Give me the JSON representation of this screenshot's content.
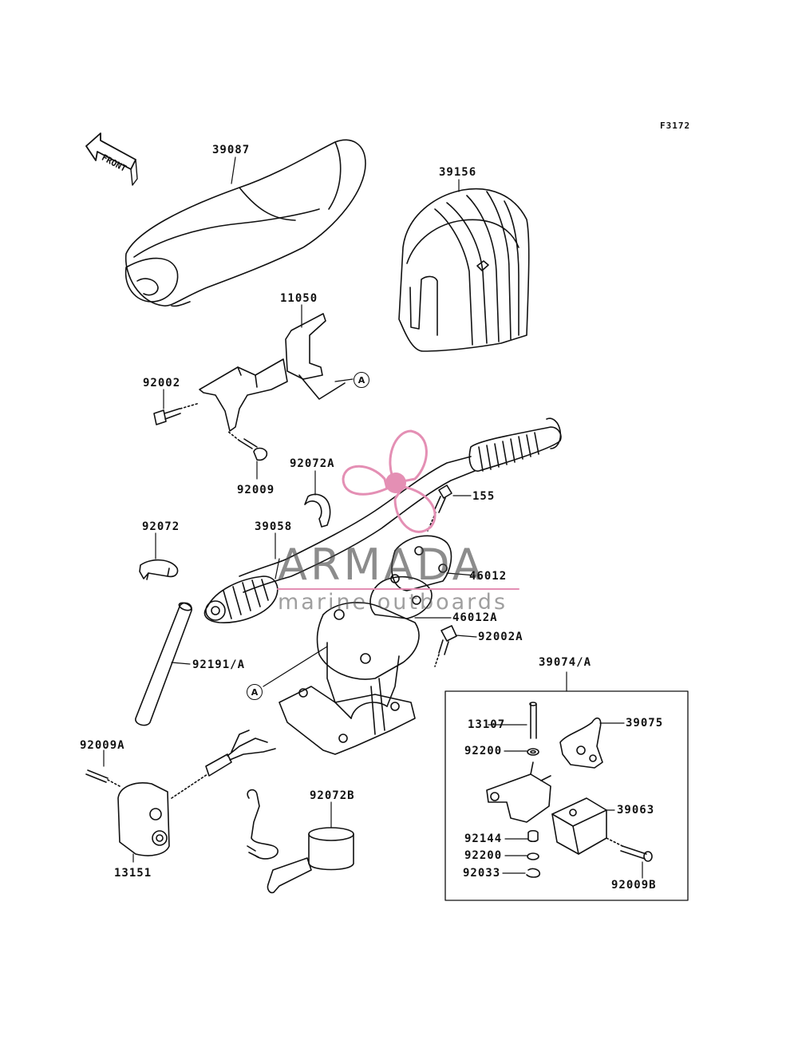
{
  "diagram_code": "F3172",
  "front_label": "FRONT",
  "ref_marker": "A",
  "watermark": {
    "title": "ARMADA",
    "subtitle": "marine outboards",
    "accent_color": "#e48fb4"
  },
  "parts": {
    "p39087": "39087",
    "p39156": "39156",
    "p11050": "11050",
    "p92002": "92002",
    "p92009": "92009",
    "p92072A": "92072A",
    "p155": "155",
    "p92072": "92072",
    "p39058": "39058",
    "p46012": "46012",
    "p46012A": "46012A",
    "p92002A": "92002A",
    "p92191A": "92191/A",
    "p39074A": "39074/A",
    "p13107": "13107",
    "p39075": "39075",
    "p92200a": "92200",
    "p39063": "39063",
    "p92144": "92144",
    "p92200b": "92200",
    "p92033": "92033",
    "p92009B": "92009B",
    "p92009A": "92009A",
    "p92072B": "92072B",
    "p13151": "13151"
  }
}
